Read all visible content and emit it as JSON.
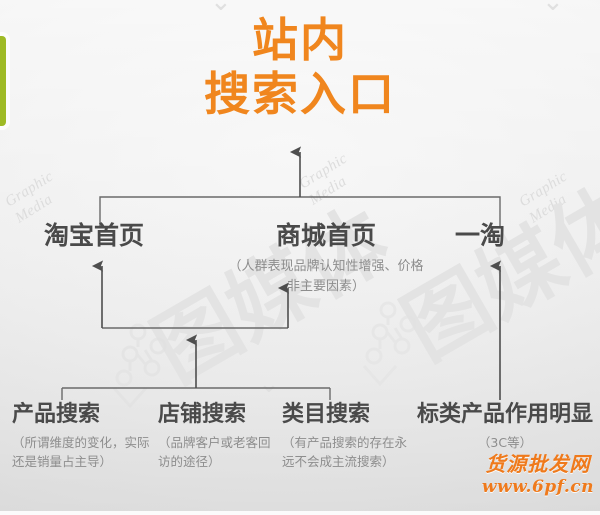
{
  "title": {
    "line1": "站内",
    "line2": "搜索入口",
    "color": "#f0861e"
  },
  "accent_tab": {
    "name": "green-side-tab",
    "color": "#9fbb26"
  },
  "middle_row": [
    {
      "id": "taobao-home",
      "label": "淘宝首页",
      "note": ""
    },
    {
      "id": "mall-home",
      "label": "商城首页",
      "note": "（人群表现品牌认知性增强、价格非主要因素）"
    },
    {
      "id": "yitao",
      "label": "一淘",
      "note": ""
    }
  ],
  "bottom_row": [
    {
      "id": "product-search",
      "label": "产品搜索",
      "note": "（所谓维度的变化，实际还是销量占主导）"
    },
    {
      "id": "shop-search",
      "label": "店铺搜索",
      "note": "（品牌客户或老客回访的途径）"
    },
    {
      "id": "category-search",
      "label": "类目搜索",
      "note": "（有产品搜索的存在永远不会成主流搜索）"
    },
    {
      "id": "standard-product",
      "label": "标类产品作用明显",
      "note": "（3C等）"
    }
  ],
  "site_watermark": {
    "name": "货源批发网",
    "url": "www.6pf.cn",
    "color": "#ef7a1c"
  },
  "background_watermarks": {
    "en_text": "Graphic\nMedia",
    "cn_text": "图媒体"
  },
  "line_color": "#5c5c5c"
}
